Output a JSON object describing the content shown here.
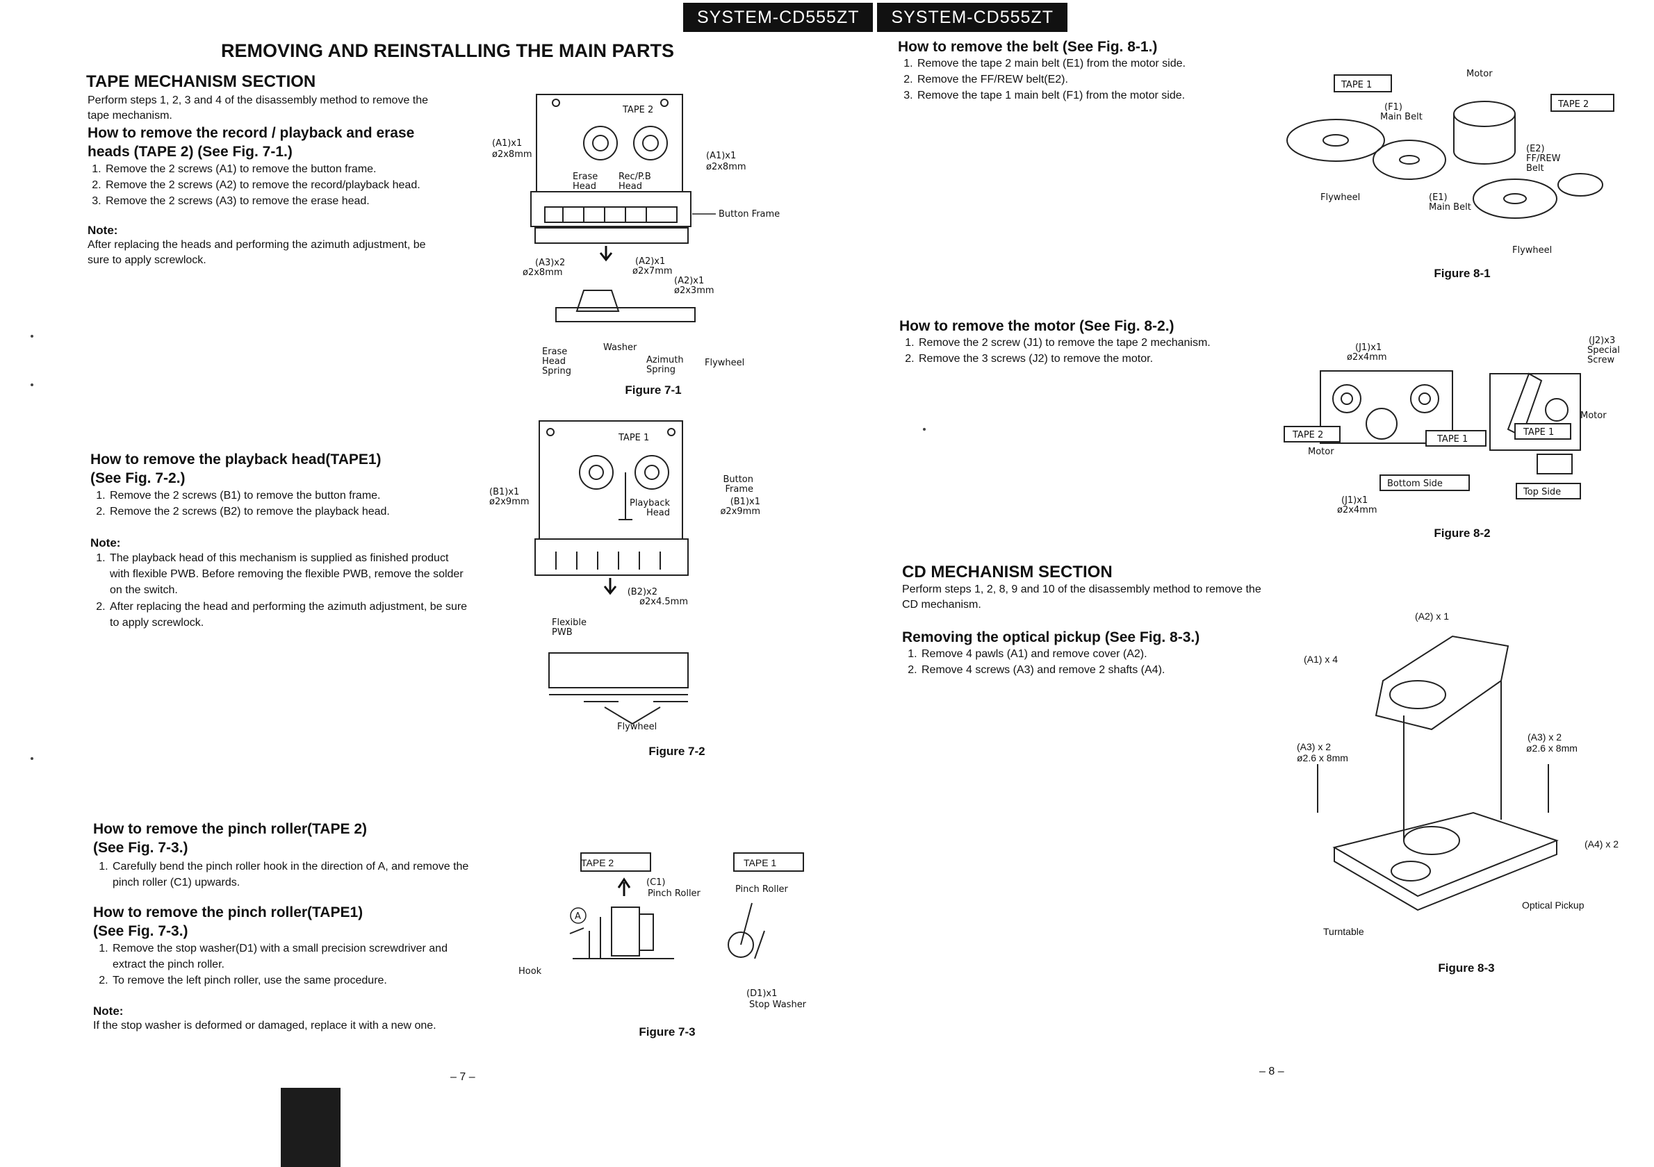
{
  "banner": [
    "SYSTEM-CD555ZT",
    "SYSTEM-CD555ZT"
  ],
  "left": {
    "main_title": "REMOVING AND REINSTALLING THE MAIN PARTS",
    "tape_section": {
      "title": "TAPE MECHANISM SECTION",
      "intro": "Perform steps 1, 2, 3 and 4 of the disassembly method to remove the tape mechanism.",
      "heads_title_1": "How to remove the record / playback and erase",
      "heads_title_2": "heads (TAPE 2) (See Fig. 7-1.)",
      "heads_steps": [
        "Remove the 2 screws (A1) to remove the button frame.",
        "Remove the 2 screws (A2) to remove the record/playback head.",
        "Remove the 2 screws (A3) to remove the erase head."
      ],
      "note_label": "Note:",
      "heads_note": "After replacing the heads and performing the azimuth adjustment, be sure to apply screwlock."
    },
    "playback": {
      "title_1": "How to remove the playback head(TAPE1)",
      "title_2": "(See Fig. 7-2.)",
      "steps": [
        "Remove the 2 screws (B1) to remove the button frame.",
        "Remove the 2 screws (B2) to remove the playback head."
      ],
      "note_label": "Note:",
      "notes": [
        "The playback head of this mechanism is supplied as finished product with flexible PWB. Before removing the flexible PWB, remove the solder on the switch.",
        "After replacing the head and performing the azimuth adjustment, be sure to apply screwlock."
      ]
    },
    "pinch2": {
      "title_1": "How to remove the pinch roller(TAPE 2)",
      "title_2": "(See Fig. 7-3.)",
      "steps": [
        "Carefully bend the pinch roller hook in the direction of A, and remove the pinch roller (C1) upwards."
      ]
    },
    "pinch1": {
      "title_1": "How to remove the pinch roller(TAPE1)",
      "title_2": "(See Fig. 7-3.)",
      "steps": [
        "Remove the stop washer(D1) with a small precision screwdriver and extract the pinch roller.",
        "To remove the left pinch roller, use the same procedure."
      ],
      "note_label": "Note:",
      "note": "If the stop washer is deformed or damaged, replace it with a new one."
    },
    "page_number": "– 7 –"
  },
  "figures": {
    "fig71": {
      "caption": "Figure 7-1",
      "labels": {
        "tape2": "TAPE 2",
        "a1_left_1": "(A1)x1",
        "a1_left_2": "ø2x8mm",
        "a1_right_1": "(A1)x1",
        "a1_right_2": "ø2x8mm",
        "erase_head_1": "Erase",
        "erase_head_2": "Head",
        "recpb_1": "Rec/P.B",
        "recpb_2": "Head",
        "button_frame": "Button Frame",
        "a3_1": "(A3)x2",
        "a3_2": "ø2x8mm",
        "a2a_1": "(A2)x1",
        "a2a_2": "ø2x7mm",
        "a2b_1": "(A2)x1",
        "a2b_2": "ø2x3mm",
        "erase_spring_1": "Erase",
        "erase_spring_2": "Head",
        "erase_spring_3": "Spring",
        "washer": "Washer",
        "azimuth_1": "Azimuth",
        "azimuth_2": "Spring",
        "flywheel": "Flywheel"
      }
    },
    "fig72": {
      "caption": "Figure 7-2",
      "labels": {
        "tape1": "TAPE 1",
        "b1_left_1": "(B1)x1",
        "b1_left_2": "ø2x9mm",
        "button_frame_1": "Button",
        "button_frame_2": "Frame",
        "playback_1": "Playback",
        "playback_2": "Head",
        "b1_right_1": "(B1)x1",
        "b1_right_2": "ø2x9mm",
        "b2_1": "(B2)x2",
        "b2_2": "ø2x4.5mm",
        "flex_1": "Flexible",
        "flex_2": "PWB",
        "flywheel": "Flywheel"
      }
    },
    "fig73": {
      "caption": "Figure 7-3",
      "labels": {
        "tape2": "TAPE 2",
        "tape1": "TAPE 1",
        "c1": "(C1)",
        "pinch_roller_a": "Pinch Roller",
        "a_circle": "A",
        "hook": "Hook",
        "pinch_roller_b": "Pinch Roller",
        "d1": "(D1)x1",
        "stop_washer": "Stop Washer"
      }
    },
    "fig81": {
      "caption": "Figure 8-1",
      "labels": {
        "tape1": "TAPE 1",
        "motor": "Motor",
        "tape2": "TAPE 2",
        "f1_1": "(F1)",
        "f1_2": "Main Belt",
        "e2_1": "(E2)",
        "e2_2": "FF/REW",
        "e2_3": "Belt",
        "flywheel_left": "Flywheel",
        "e1_1": "(E1)",
        "e1_2": "Main Belt",
        "flywheel_right": "Flywheel"
      }
    },
    "fig82": {
      "caption": "Figure 8-2",
      "labels": {
        "j1_top_1": "(J1)x1",
        "j1_top_2": "ø2x4mm",
        "j2_1": "(J2)x3",
        "j2_2": "Special",
        "j2_3": "Screw",
        "motor_right": "Motor",
        "tape2": "TAPE 2",
        "tape1_mid": "TAPE 1",
        "tape1_right": "TAPE 1",
        "motor_left": "Motor",
        "bottom_side": "Bottom Side",
        "top_side": "Top Side",
        "j1_bot_1": "(J1)x1",
        "j1_bot_2": "ø2x4mm"
      }
    },
    "fig83": {
      "caption": "Figure 8-3",
      "labels": {
        "a2": "(A2) x 1",
        "a1": "(A1) x 4",
        "a3_left_1": "(A3) x 2",
        "a3_left_2": "ø2.6 x 8mm",
        "a3_right_1": "(A3) x 2",
        "a3_right_2": "ø2.6 x 8mm",
        "a4": "(A4) x 2",
        "optical_pickup": "Optical Pickup",
        "turntable": "Turntable"
      }
    }
  },
  "right": {
    "belt": {
      "title": "How to remove the belt (See Fig. 8-1.)",
      "steps": [
        "Remove the tape 2 main belt (E1) from the motor side.",
        "Remove the FF/REW belt(E2).",
        "Remove the tape 1 main belt (F1) from the motor side."
      ]
    },
    "motor": {
      "title": "How to remove the motor (See Fig. 8-2.)",
      "steps": [
        "Remove the 2 screw (J1) to remove the tape 2 mechanism.",
        "Remove the 3 screws (J2) to remove the motor."
      ]
    },
    "cd_section": {
      "title": "CD MECHANISM SECTION",
      "intro": "Perform steps 1, 2, 8, 9 and 10 of the disassembly method to remove the CD mechanism."
    },
    "optical": {
      "title": "Removing the optical pickup (See Fig. 8-3.)",
      "steps": [
        "Remove 4 pawls (A1) and remove cover (A2).",
        "Remove 4 screws (A3) and remove 2 shafts (A4)."
      ]
    },
    "page_number": "– 8 –"
  }
}
